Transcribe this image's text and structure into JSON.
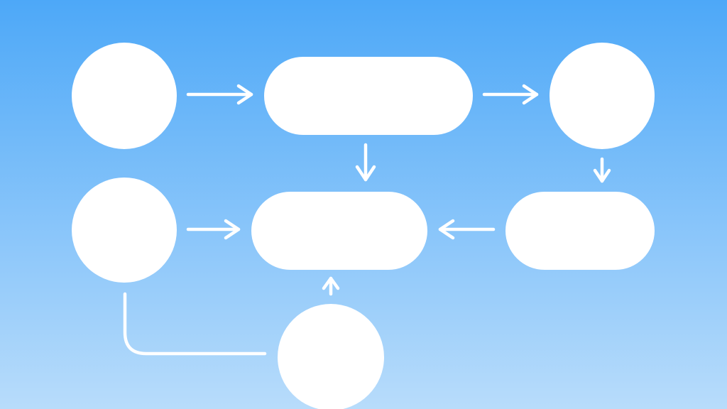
{
  "diagram": {
    "nodes": [
      {
        "id": "n1",
        "shape": "circle",
        "label": ""
      },
      {
        "id": "n2",
        "shape": "pill",
        "label": ""
      },
      {
        "id": "n3",
        "shape": "circle",
        "label": ""
      },
      {
        "id": "n4",
        "shape": "circle",
        "label": ""
      },
      {
        "id": "n5",
        "shape": "pill",
        "label": ""
      },
      {
        "id": "n6",
        "shape": "pill",
        "label": ""
      },
      {
        "id": "n7",
        "shape": "circle",
        "label": ""
      }
    ],
    "edges": [
      {
        "from": "n1",
        "to": "n2"
      },
      {
        "from": "n2",
        "to": "n3"
      },
      {
        "from": "n2",
        "to": "n5"
      },
      {
        "from": "n3",
        "to": "n6"
      },
      {
        "from": "n4",
        "to": "n5"
      },
      {
        "from": "n6",
        "to": "n5"
      },
      {
        "from": "n7",
        "to": "n5"
      },
      {
        "from": "n4",
        "to": "n7"
      }
    ]
  },
  "colors": {
    "background_top": "#4da8f8",
    "background_bottom": "#b8dcfb",
    "node_fill": "#ffffff",
    "connector": "#ffffff"
  }
}
